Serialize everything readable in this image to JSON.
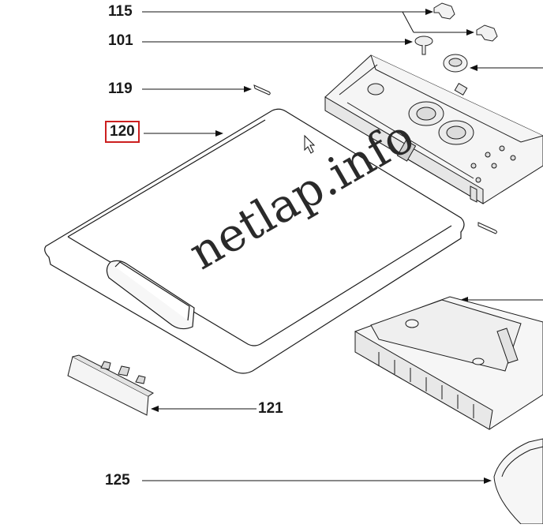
{
  "callouts": {
    "p115": "115",
    "p101": "101",
    "p119": "119",
    "p120": "120",
    "p121": "121",
    "p125": "125"
  },
  "highlight_color": "#cc1f1f",
  "watermark": "netlap.info",
  "cursor": "arrow-pointer-icon"
}
